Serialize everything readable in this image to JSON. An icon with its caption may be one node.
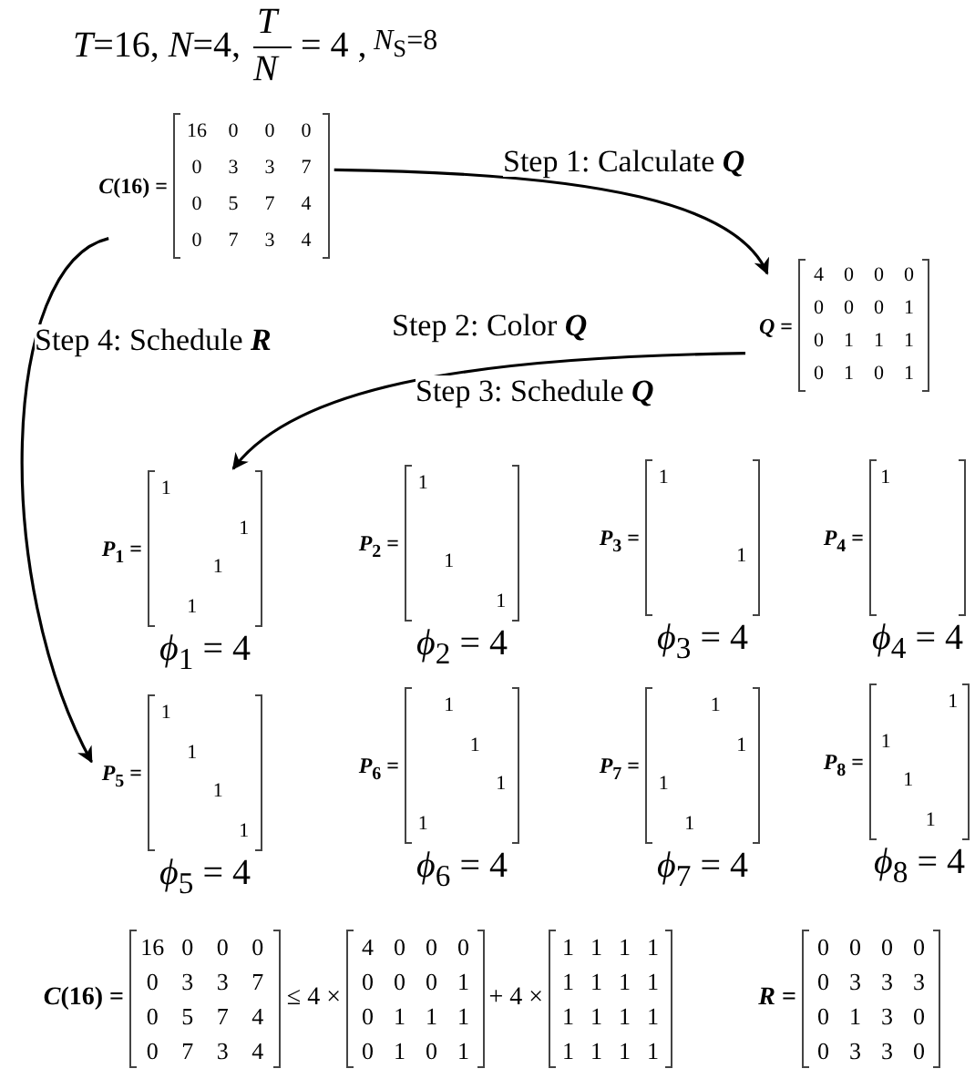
{
  "diagram": {
    "nodes": [
      {
        "text": [
          "*C*(16) =",
          "16",
          "0",
          "0",
          "0",
          "0",
          "3",
          "3",
          "7",
          "0",
          "5",
          "7",
          "4",
          "0",
          "7",
          "3",
          "4"
        ]
      },
      {
        "text": [
          "*Q* =",
          "4",
          "0",
          "0",
          "0",
          "0",
          "0",
          "0",
          "1",
          "0",
          "1",
          "1",
          "1",
          "0",
          "1",
          "0",
          "1"
        ]
      },
      {
        "text": [
          "*P*$_{1}$ =",
          "1",
          "1",
          "1",
          "1"
        ],
        "beside": [
          "*ϕ*$_{1}$ = 4"
        ]
      },
      {
        "text": [
          "*P*$_{2}$ =",
          "1",
          "1",
          "1"
        ],
        "beside": [
          "*ϕ*$_{2}$ = 4"
        ]
      },
      {
        "text": [
          "*P*$_{3}$ =",
          "1",
          "1"
        ],
        "beside": [
          "*ϕ*$_{3}$ = 4"
        ]
      },
      {
        "text": [
          "*P*$_{4}$ =",
          "1"
        ],
        "beside": [
          "*ϕ*$_{4}$ = 4"
        ]
      },
      {
        "text": [
          "*P*$_{5}$ =",
          "1",
          "1",
          "1",
          "1"
        ],
        "beside": [
          "*ϕ*$_{5}$ = 4"
        ]
      },
      {
        "text": [
          "*P*$_{6}$ =",
          "1",
          "1",
          "1",
          "1"
        ],
        "beside": [
          "*ϕ*$_{6}$ = 4"
        ]
      },
      {
        "text": [
          "*P*$_{7}$ =",
          "1",
          "1",
          "1",
          "1"
        ],
        "beside": [
          "*ϕ*$_{7}$ = 4"
        ]
      },
      {
        "text": [
          "*P*$_{8}$ =",
          "1",
          "1",
          "1",
          "1"
        ],
        "beside": [
          "*ϕ*$_{8}$ = 4"
        ]
      },
      {
        "text": [
          "*C*(16) =",
          "16",
          "0",
          "0",
          "0",
          "0",
          "3",
          "3",
          "7",
          "0",
          "5",
          "7",
          "4",
          "0",
          "7",
          "3",
          "4"
        ]
      },
      {
        "text": [
          "≤ 4 ×",
          "4",
          "0",
          "0",
          "0",
          "0",
          "0",
          "0",
          "1",
          "0",
          "1",
          "1",
          "1",
          "0",
          "1",
          "0",
          "1"
        ]
      },
      {
        "text": [
          "+ 4 ×",
          "1",
          "1",
          "1",
          "1",
          "1",
          "1",
          "1",
          "1",
          "1",
          "1",
          "1",
          "1",
          "1",
          "1",
          "1",
          "1"
        ]
      },
      {
        "text": [
          "*R* =",
          "0",
          "0",
          "0",
          "0",
          "0",
          "3",
          "3",
          "3",
          "0",
          "1",
          "3",
          "0",
          "0",
          "3",
          "3",
          "0"
        ]
      }
    ],
    "edges": [
      {
        "from": 0,
        "to": 1,
        "arrow": "to",
        "label": "Step 1: Calculate **Q**"
      },
      {
        "from": 1,
        "to": 2,
        "arrow": "to",
        "label": "Step 2: Color **Q**"
      },
      {
        "from": 0,
        "to": 6,
        "arrow": "to",
        "label": "Step 4: Schedule **R**"
      }
    ],
    "labels": [
      "*T*=16, *N*=4,",
      "*T*",
      "*N*",
      "= 4 ,",
      "*N*$_{S}$=8",
      "Step 3: Schedule **Q**"
    ]
  }
}
